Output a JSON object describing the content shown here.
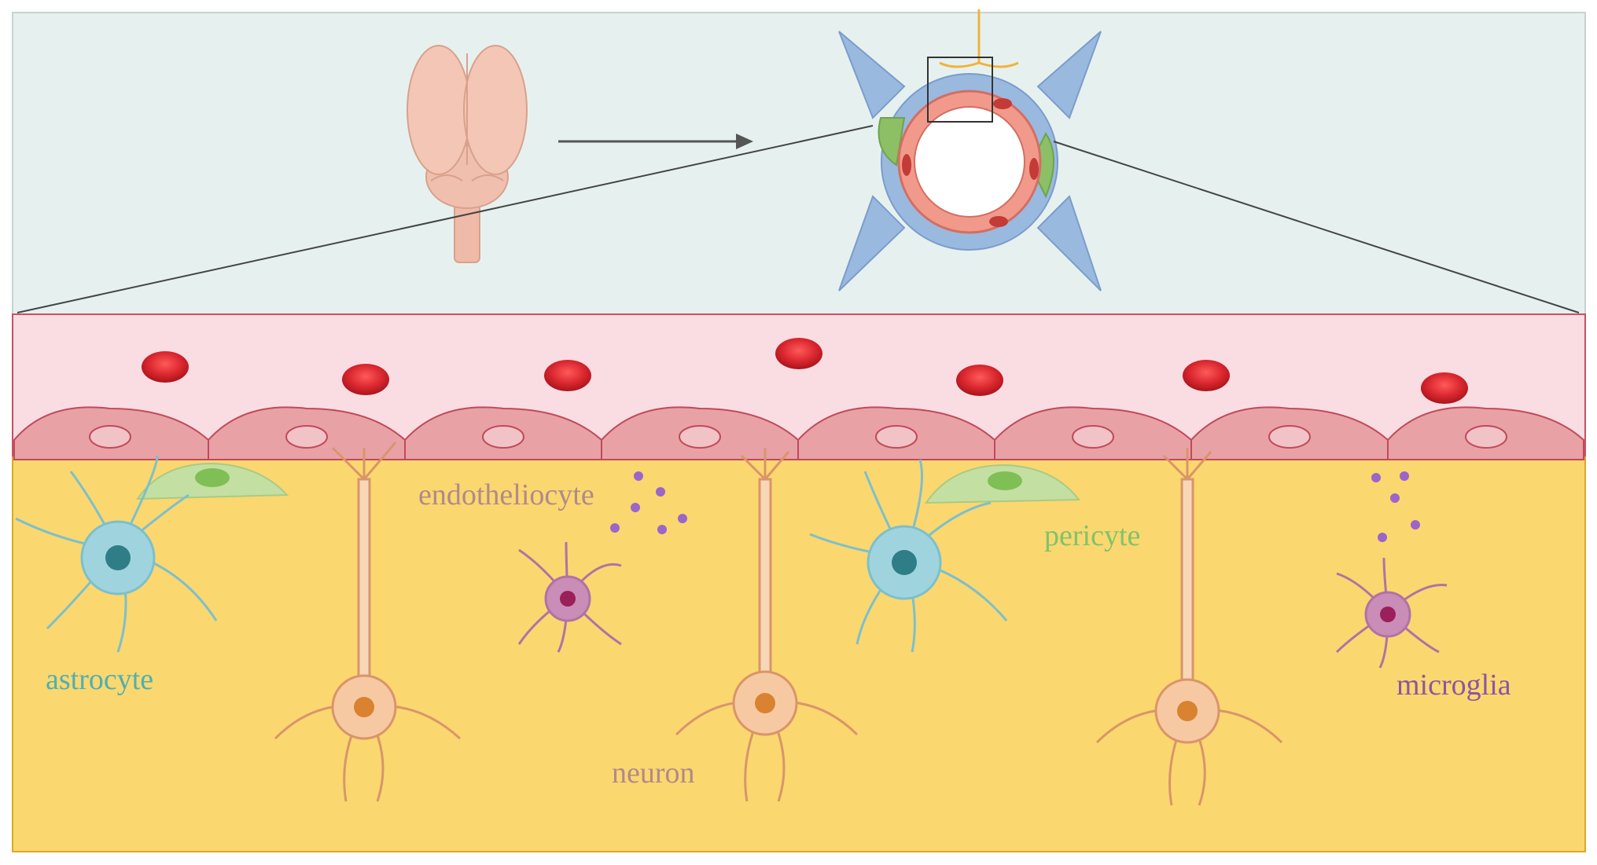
{
  "labels": {
    "endotheliocyte": "endotheliocyte",
    "pericyte": "pericyte",
    "astrocyte": "astrocyte",
    "neuron": "neuron",
    "microglia": "microglia"
  },
  "colors": {
    "top_panel": "#e6f1ef",
    "blood_band": "#f9dde3",
    "tissue": "#fbd76f",
    "endothelial_cell": "#e8a2a5",
    "red_blood_cell": "#d9262e",
    "astrocyte": "#9fd4df",
    "pericyte": "#c4dfa2",
    "neuron": "#f7c9a2",
    "microglia": "#c98db8",
    "astrocyte_label": "#4fb0b3",
    "pericyte_label": "#7fc36b",
    "endotheliocyte_label": "#b08a8a",
    "neuron_label": "#b08a8a",
    "microglia_label": "#8b56a3",
    "vascular_glia": "#9ab9df"
  },
  "icons": [
    "brain-icon",
    "arrow-icon",
    "vessel-cross-section-icon",
    "zoom-box-icon"
  ]
}
